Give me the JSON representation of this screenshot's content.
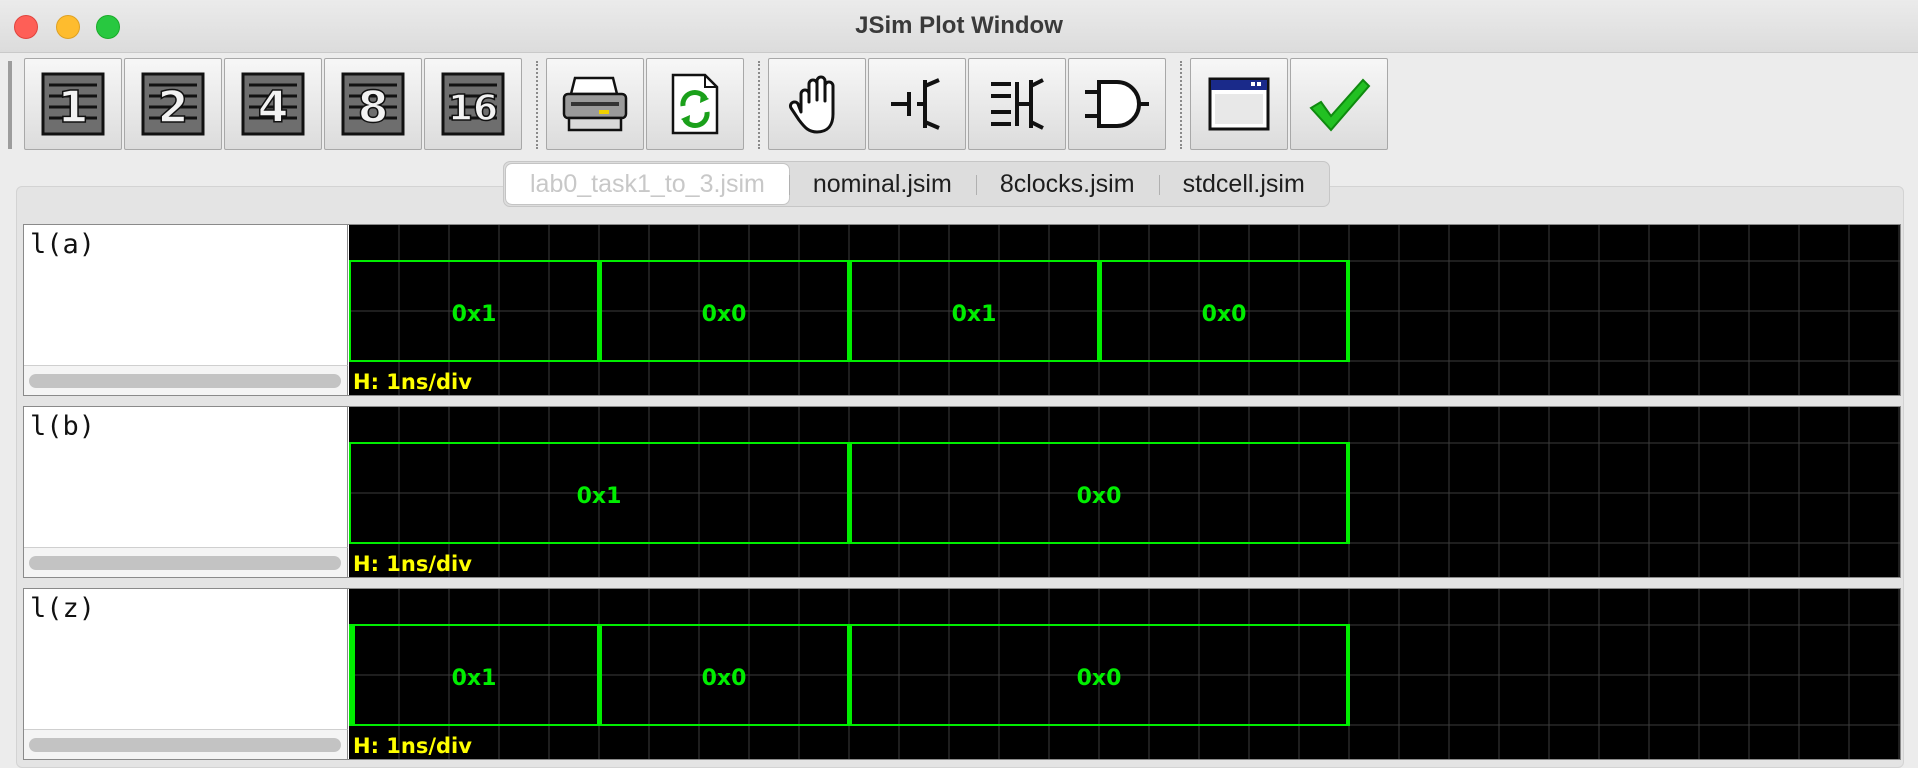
{
  "window": {
    "title": "JSim Plot Window"
  },
  "toolbar": {
    "buttons": [
      {
        "icon": "one-plot-icon",
        "glyph": "1"
      },
      {
        "icon": "two-plots-icon",
        "glyph": "2"
      },
      {
        "icon": "four-plots-icon",
        "glyph": "4"
      },
      {
        "icon": "eight-plots-icon",
        "glyph": "8"
      },
      {
        "icon": "sixteen-plots-icon",
        "glyph": "16"
      },
      {
        "icon": "print-icon"
      },
      {
        "icon": "refresh-document-icon"
      },
      {
        "icon": "pan-hand-icon"
      },
      {
        "icon": "zoom-in-icon"
      },
      {
        "icon": "zoom-out-icon"
      },
      {
        "icon": "gate-icon"
      },
      {
        "icon": "window-icon"
      },
      {
        "icon": "checkmark-icon"
      }
    ]
  },
  "tabs": [
    {
      "label": "lab0_task1_to_3.jsim",
      "selected": true
    },
    {
      "label": "nominal.jsim",
      "selected": false
    },
    {
      "label": "8clocks.jsim",
      "selected": false
    },
    {
      "label": "stdcell.jsim",
      "selected": false
    }
  ],
  "colors": {
    "waveform": "#00ee00",
    "scale_text": "#ffff00",
    "grid": "#3c3c3c",
    "plot_bg": "#000000"
  },
  "plots": [
    {
      "label": "l(a)",
      "scale": "H: 1ns/div",
      "segments": [
        {
          "t0": 0,
          "t1": 5,
          "value": "0x1"
        },
        {
          "t0": 5,
          "t1": 10,
          "value": "0x0"
        },
        {
          "t0": 10,
          "t1": 15,
          "value": "0x1"
        },
        {
          "t0": 15,
          "t1": 20,
          "value": "0x0"
        }
      ]
    },
    {
      "label": "l(b)",
      "scale": "H: 1ns/div",
      "segments": [
        {
          "t0": 0,
          "t1": 10,
          "value": "0x1"
        },
        {
          "t0": 10,
          "t1": 20,
          "value": "0x0"
        }
      ]
    },
    {
      "label": "l(z)",
      "scale": "H: 1ns/div",
      "segments": [
        {
          "t0": 0,
          "t1": 5,
          "value": "0x1"
        },
        {
          "t0": 5,
          "t1": 10,
          "value": "0x0"
        },
        {
          "t0": 10,
          "t1": 20,
          "value": "0x0"
        }
      ]
    }
  ]
}
